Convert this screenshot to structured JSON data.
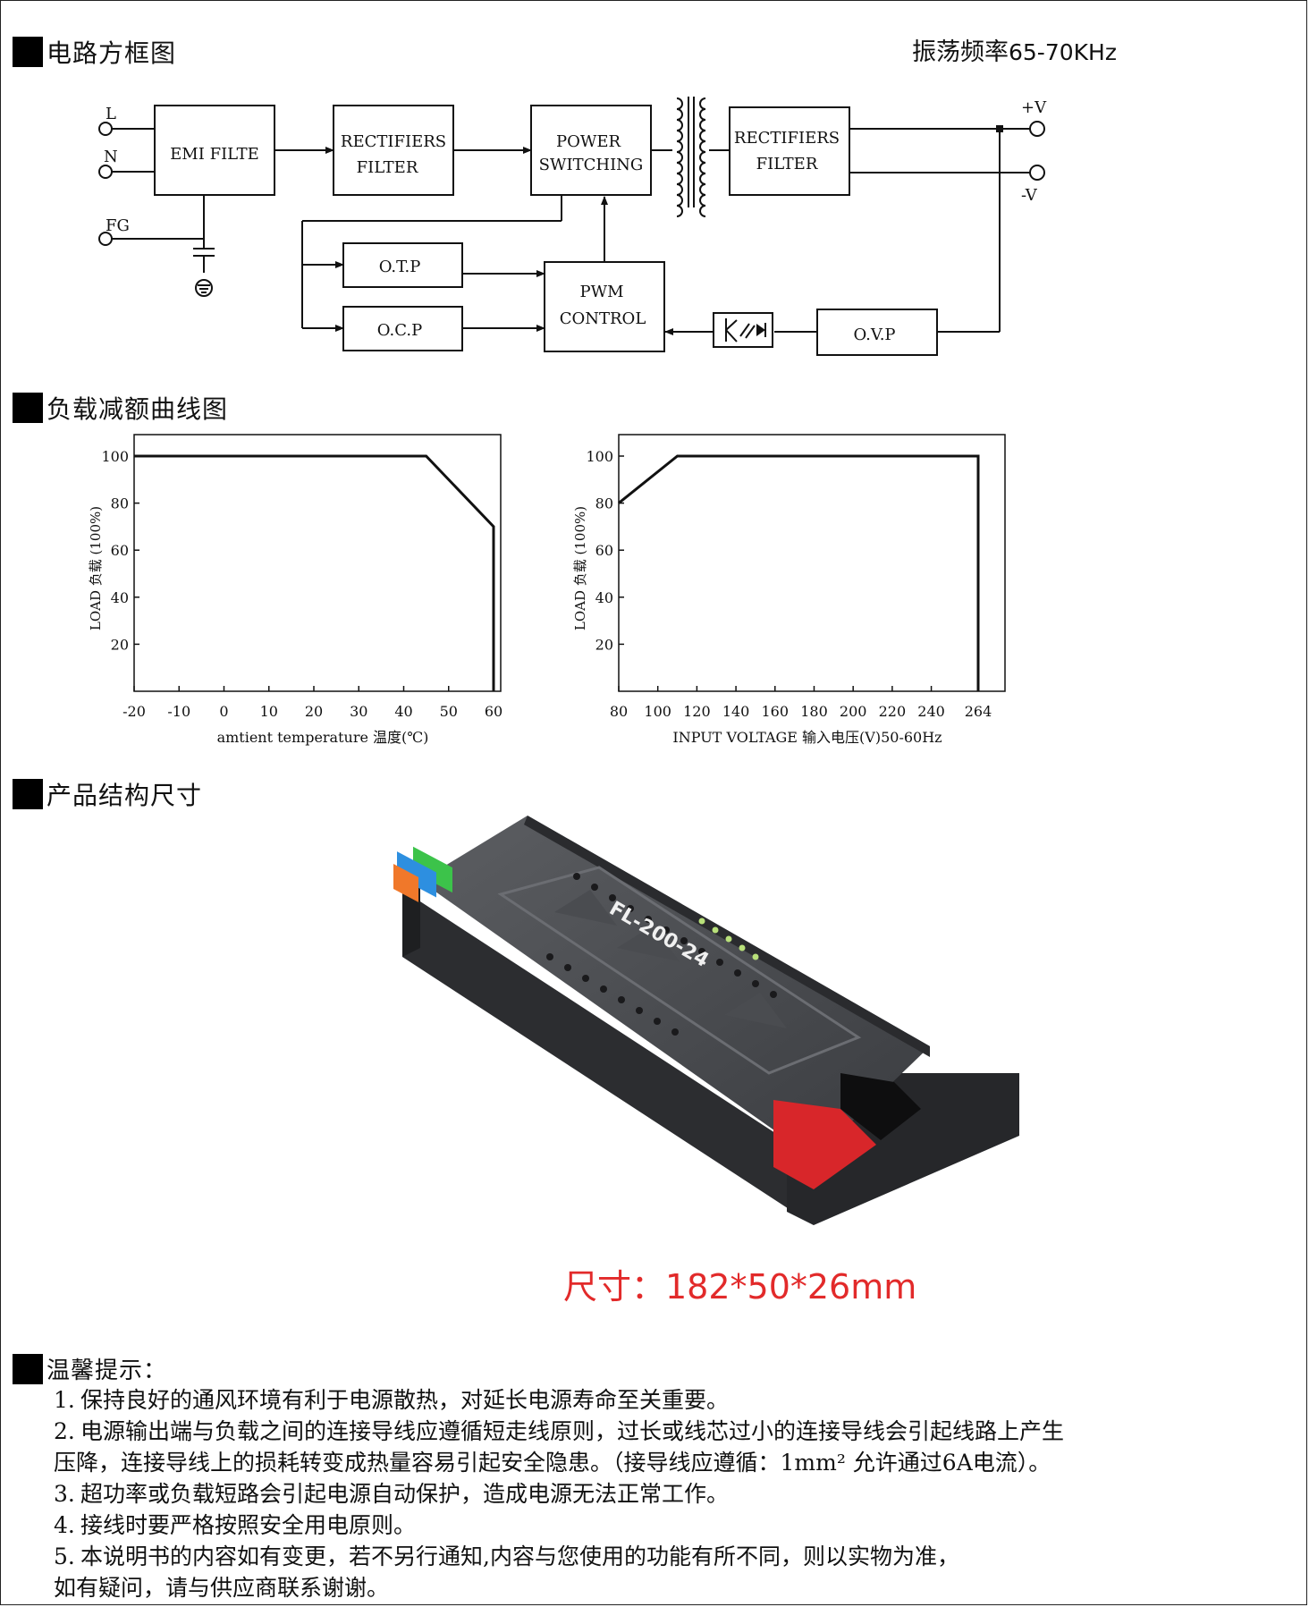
{
  "sections": {
    "block_diagram": "电路方框图",
    "derating": "负载减额曲线图",
    "structure": "产品结构尺寸",
    "tips": "温馨提示："
  },
  "frequency": {
    "label": "振荡频率",
    "value": "65-70KHz"
  },
  "block_diagram": {
    "terminals": {
      "l": "L",
      "n": "N",
      "fg": "FG",
      "pos": "+V",
      "neg": "-V"
    },
    "blocks": {
      "emi": "EMI FILTE",
      "rect1_a": "RECTIFIERS",
      "rect1_b": "FILTER",
      "power_a": "POWER",
      "power_b": "SWITCHING",
      "rect2_a": "RECTIFIERS",
      "rect2_b": "FILTER",
      "otp": "O.T.P",
      "ocp": "O.C.P",
      "pwm_a": "PWM",
      "pwm_b": "CONTROL",
      "ovp": "O.V.P"
    }
  },
  "chart_data": [
    {
      "type": "line",
      "x": [
        -20,
        45,
        60,
        60
      ],
      "y": [
        100,
        100,
        70,
        0
      ],
      "xticks": [
        -20,
        -10,
        0,
        10,
        20,
        30,
        40,
        50,
        60
      ],
      "yticks": [
        20,
        40,
        60,
        80,
        100
      ],
      "xlabel": "amtient temperature 温度(℃)",
      "ylabel": "LOAD 负载 (100%)",
      "xlim": [
        -20,
        60
      ],
      "ylim": [
        0,
        100
      ]
    },
    {
      "type": "line",
      "x": [
        80,
        110,
        264,
        264
      ],
      "y": [
        80,
        100,
        100,
        0
      ],
      "xticks": [
        80,
        100,
        120,
        140,
        160,
        180,
        200,
        220,
        240,
        264
      ],
      "yticks": [
        20,
        40,
        60,
        80,
        100
      ],
      "xlabel": "INPUT VOLTAGE 输入电压(V)50-60Hz",
      "ylabel": "LOAD 负载 (100%)",
      "xlim": [
        80,
        264
      ],
      "ylim": [
        0,
        100
      ]
    }
  ],
  "product": {
    "model": "FL-200-24",
    "size_text": "尺寸：182*50*26mm"
  },
  "notes": [
    {
      "num": "1.",
      "text": "保持良好的通风环境有利于电源散热，对延长电源寿命至关重要。"
    },
    {
      "num": "2.",
      "text": "电源输出端与负载之间的连接导线应遵循短走线原则，过长或线芯过小的连接导线会引起线路上产生",
      "cont": "压降，连接导线上的损耗转变成热量容易引起安全隐患。（接导线应遵循：1mm² 允许通过6A电流）。"
    },
    {
      "num": "3.",
      "text": "超功率或负载短路会引起电源自动保护，造成电源无法正常工作。"
    },
    {
      "num": "4.",
      "text": "接线时要严格按照安全用电原则。"
    },
    {
      "num": "5.",
      "text": "本说明书的内容如有变更，若不另行通知,内容与您使用的功能有所不同，则以实物为准，",
      "cont": "如有疑问，请与供应商联系谢谢。"
    }
  ]
}
